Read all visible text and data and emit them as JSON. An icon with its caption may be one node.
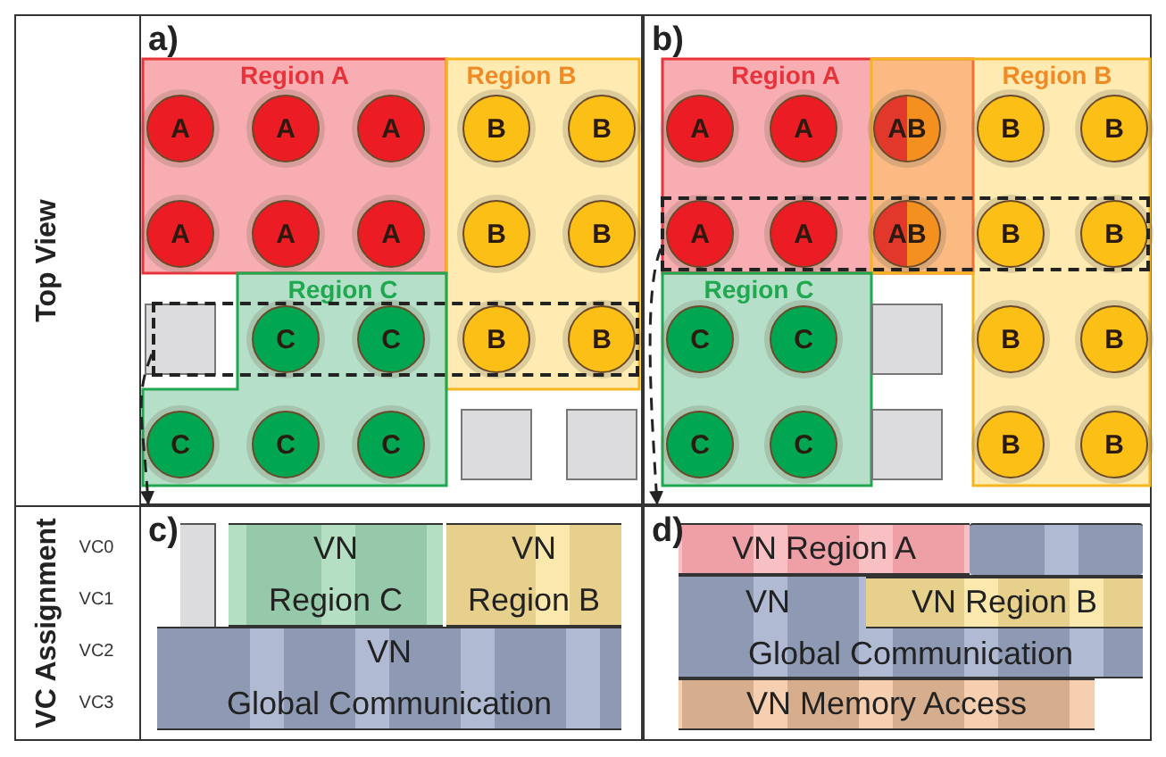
{
  "diagram": {
    "nodes": [
      {
        "text": [
          "a)"
        ]
      },
      {
        "text": [
          "Region A"
        ],
        "in": 0
      },
      {
        "text": [
          "A"
        ],
        "in": 1
      },
      {
        "text": [
          "A"
        ],
        "in": 1
      },
      {
        "text": [
          "A"
        ],
        "in": 1
      },
      {
        "text": [
          "A"
        ],
        "in": 1
      },
      {
        "text": [
          "A"
        ],
        "in": 1
      },
      {
        "text": [
          "A"
        ],
        "in": 1
      },
      {
        "text": [
          "Region B"
        ],
        "in": 0
      },
      {
        "text": [
          "B"
        ],
        "in": 8
      },
      {
        "text": [
          "B"
        ],
        "in": 8
      },
      {
        "text": [
          "B"
        ],
        "in": 8
      },
      {
        "text": [
          "B"
        ],
        "in": 8
      },
      {
        "text": [
          "B"
        ]
      },
      {
        "text": [
          "B"
        ]
      },
      {
        "text": [
          "Region C"
        ],
        "in": 0
      },
      {
        "text": [
          "C"
        ]
      },
      {
        "text": [
          "C"
        ]
      },
      {
        "text": [
          "C"
        ],
        "in": 15
      },
      {
        "text": [
          "C"
        ],
        "in": 15
      },
      {
        "text": [
          "C"
        ],
        "in": 15
      },
      {
        "text": [],
        "shape": "box",
        "in": 0
      },
      {
        "text": [],
        "shape": "box",
        "in": 0
      },
      {
        "text": [],
        "shape": "box",
        "in": 0
      },
      {
        "text": [],
        "shape": "box",
        "in": 0
      },
      {
        "text": [
          "b)"
        ]
      },
      {
        "text": [
          "Region A"
        ],
        "in": 25
      },
      {
        "text": [
          "A"
        ],
        "in": 26
      },
      {
        "text": [
          "A"
        ],
        "in": 26
      },
      {
        "text": [
          "A"
        ]
      },
      {
        "text": [
          "A"
        ]
      },
      {
        "text": [
          "Region B"
        ],
        "in": 25
      },
      {
        "text": [
          "B"
        ],
        "in": 31
      },
      {
        "text": [
          "B"
        ],
        "in": 31
      },
      {
        "text": [
          "B"
        ]
      },
      {
        "text": [
          "B"
        ]
      },
      {
        "text": [
          "B"
        ],
        "in": 31
      },
      {
        "text": [
          "B"
        ],
        "in": 31
      },
      {
        "text": [
          "B"
        ],
        "in": 31
      },
      {
        "text": [
          "B"
        ],
        "in": 31
      },
      {
        "text": [
          "AB"
        ]
      },
      {
        "text": [
          "AB"
        ]
      },
      {
        "text": [
          "Region C"
        ],
        "in": 25
      },
      {
        "text": [
          "C"
        ],
        "in": 42
      },
      {
        "text": [
          "C"
        ],
        "in": 42
      },
      {
        "text": [
          "C"
        ],
        "in": 42
      },
      {
        "text": [
          "C"
        ],
        "in": 42
      },
      {
        "text": [],
        "shape": "box",
        "in": 25
      },
      {
        "text": [],
        "shape": "box",
        "in": 25
      },
      {
        "text": [],
        "shape": "box",
        "in": 25
      },
      {
        "text": [
          "c)"
        ]
      },
      {
        "text": [],
        "shape": "box",
        "in": 50
      },
      {
        "text": [
          "VN Region C"
        ],
        "in": 50
      },
      {
        "text": [
          "VN Region B"
        ],
        "in": 50
      },
      {
        "text": [
          "VN",
          "Global Communication"
        ],
        "in": 50
      },
      {
        "text": [
          "d)"
        ]
      },
      {
        "text": [
          "VN Region A"
        ],
        "in": 55
      },
      {
        "text": [],
        "shape": "bar",
        "in": 55
      },
      {
        "text": [
          "VN",
          "Global Communication"
        ],
        "in": 55
      },
      {
        "text": [
          "VN Region B"
        ],
        "in": 58
      },
      {
        "text": [
          "VN Memory Access"
        ],
        "in": 55
      }
    ],
    "edges": [
      {
        "from": 21,
        "to": 50,
        "arrow": "to",
        "style": "dashed"
      },
      {
        "from": 47,
        "to": 55,
        "arrow": "to",
        "style": "dashed"
      }
    ],
    "labels": [
      "Top View",
      "VC Assignment",
      "VC0",
      "VC1",
      "VC2",
      "VC3"
    ]
  }
}
